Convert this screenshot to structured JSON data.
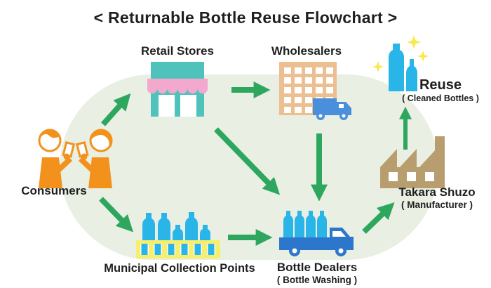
{
  "title": "< Returnable Bottle Reuse Flowchart >",
  "nodes": {
    "consumers": {
      "label": "Consumers"
    },
    "retail": {
      "label": "Retail Stores"
    },
    "wholesalers": {
      "label": "Wholesalers"
    },
    "reuse": {
      "label": "Reuse",
      "sublabel": "( Cleaned Bottles )"
    },
    "takara": {
      "label": "Takara Shuzo",
      "sublabel": "( Manufacturer )"
    },
    "municipal": {
      "label": "Municipal Collection Points"
    },
    "dealers": {
      "label": "Bottle Dealers",
      "sublabel": "( Bottle Washing )"
    }
  },
  "arrows": [
    {
      "from": "consumers",
      "to": "retail"
    },
    {
      "from": "retail",
      "to": "wholesalers"
    },
    {
      "from": "wholesalers",
      "to": "dealers"
    },
    {
      "from": "retail",
      "to": "dealers"
    },
    {
      "from": "consumers",
      "to": "municipal"
    },
    {
      "from": "municipal",
      "to": "dealers"
    },
    {
      "from": "dealers",
      "to": "takara"
    },
    {
      "from": "takara",
      "to": "reuse"
    }
  ],
  "icons": {
    "consumers": "two-people-toasting",
    "retail": "storefront-with-awning",
    "wholesalers": "office-building-with-truck",
    "reuse": "sparkling-clean-bottles",
    "takara": "factory",
    "municipal": "bottles-in-yellow-crate",
    "dealers": "truck-loaded-with-bottles"
  },
  "colors": {
    "blob": "#e9efe3",
    "arrow": "#2ea75e",
    "orange": "#f2921d",
    "teal": "#4fc2bb",
    "pink": "#f3a8ce",
    "peach": "#ecbf92",
    "truck_wholesaler": "#4a8fdb",
    "truck_dealer": "#2c77cc",
    "bottle_cyan": "#29b5e8",
    "crate_yellow": "#f6ee6d",
    "factory_tan": "#b89e6f",
    "sparkle_yellow": "#f8e951",
    "text": "#1f1f1f"
  }
}
